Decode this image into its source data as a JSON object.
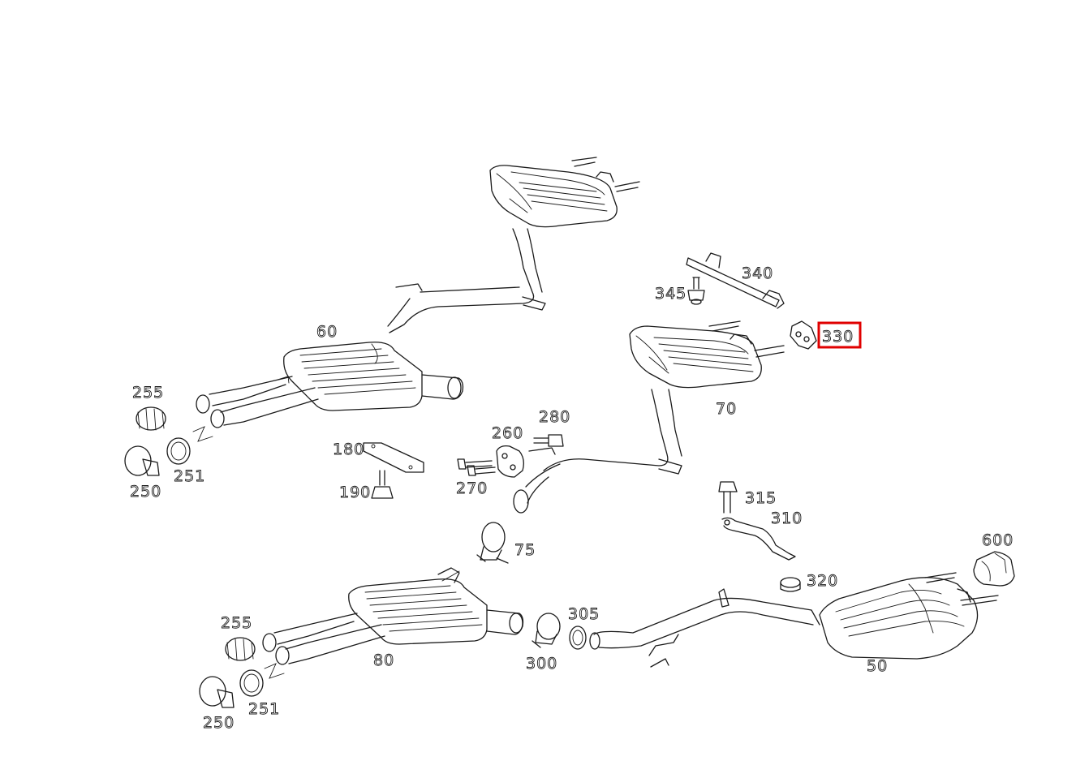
{
  "callouts": {
    "c50": "50",
    "c60": "60",
    "c70": "70",
    "c75": "75",
    "c80": "80",
    "c180": "180",
    "c190": "190",
    "c250a": "250",
    "c250b": "250",
    "c251a": "251",
    "c251b": "251",
    "c255a": "255",
    "c255b": "255",
    "c260": "260",
    "c270": "270",
    "c280": "280",
    "c300": "300",
    "c305": "305",
    "c310": "310",
    "c315": "315",
    "c320": "320",
    "c330": "330",
    "c340": "340",
    "c345": "345",
    "c600": "600"
  },
  "highlight": {
    "part": "330",
    "color": "#e00000"
  }
}
